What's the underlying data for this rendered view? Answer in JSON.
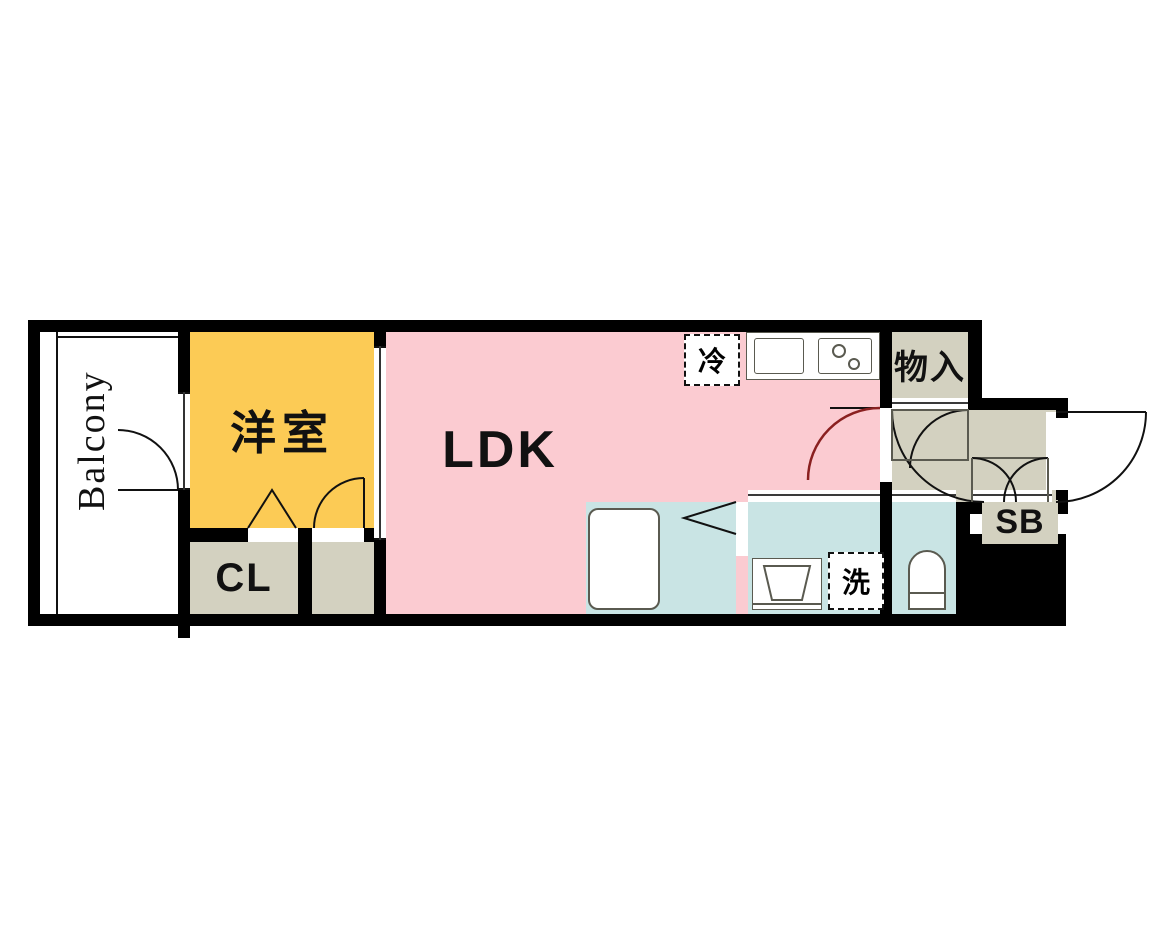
{
  "plan": {
    "title": "apartment-floor-plan",
    "rooms": [
      {
        "key": "balcony",
        "label": "Balcony",
        "type": "balcony"
      },
      {
        "key": "western_room",
        "label": "洋室",
        "type": "bedroom"
      },
      {
        "key": "ldk",
        "label": "LDK",
        "type": "living-dining-kitchen"
      },
      {
        "key": "closet",
        "label": "CL",
        "type": "closet"
      },
      {
        "key": "storage",
        "label": "物入",
        "type": "storage"
      },
      {
        "key": "shoe_box",
        "label": "SB",
        "type": "shoe-box"
      }
    ],
    "markers": [
      {
        "key": "fridge",
        "label": "冷",
        "type": "refrigerator-space"
      },
      {
        "key": "washer",
        "label": "洗",
        "type": "washing-machine-space"
      }
    ],
    "fixtures": [
      {
        "key": "bathtub",
        "name": "bathtub"
      },
      {
        "key": "sink",
        "name": "kitchen-sink"
      },
      {
        "key": "stove",
        "name": "gas-stove-two-burner"
      },
      {
        "key": "vanity",
        "name": "wash-basin"
      },
      {
        "key": "toilet",
        "name": "toilet"
      }
    ],
    "colors": {
      "wall": "#000000",
      "ldk_fill": "#FBCBD1",
      "bedroom_fill": "#FCCB55",
      "closet_fill": "#D3D1C0",
      "water_fill": "#C9E4E4",
      "balcony_fill": "#FFFFFF",
      "line": "#5A5A50"
    }
  }
}
